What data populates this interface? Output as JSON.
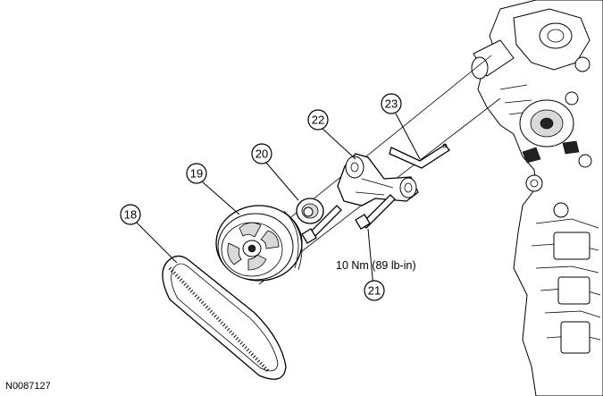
{
  "callouts": [
    {
      "id": "18",
      "label": "18"
    },
    {
      "id": "19",
      "label": "19"
    },
    {
      "id": "20",
      "label": "20"
    },
    {
      "id": "21",
      "label": "21"
    },
    {
      "id": "22",
      "label": "22"
    },
    {
      "id": "23",
      "label": "23"
    }
  ],
  "torque_spec": "10 Nm (89 lb-in)",
  "figure_id": "N0087127"
}
